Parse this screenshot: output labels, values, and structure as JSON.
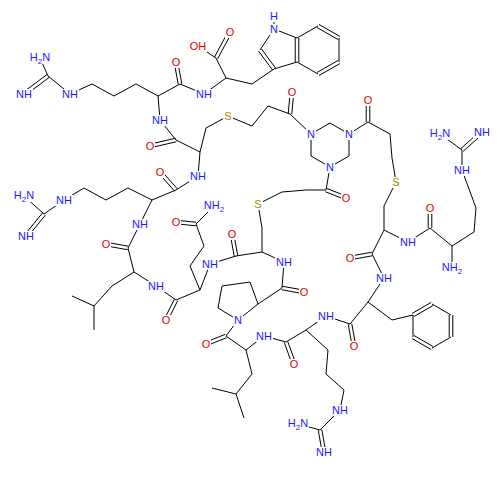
{
  "diagram": {
    "labels": [
      "H",
      "N",
      "O",
      "OH",
      "H2N",
      "O",
      "O",
      "NH",
      "NH",
      "NH",
      "O",
      "S",
      "NH",
      "H2N",
      "NH",
      "N",
      "N",
      "O",
      "N",
      "NH",
      "O",
      "NH",
      "S",
      "H2N",
      "O",
      "NH",
      "S",
      "NH2",
      "O",
      "O",
      "NH",
      "O",
      "NH",
      "NH",
      "O",
      "O",
      "NH",
      "NH",
      "NH2",
      "NH",
      "NH",
      "O",
      "NH",
      "N",
      "O",
      "NH",
      "O",
      "O",
      "O",
      "NH",
      "H2N",
      "NH"
    ]
  }
}
